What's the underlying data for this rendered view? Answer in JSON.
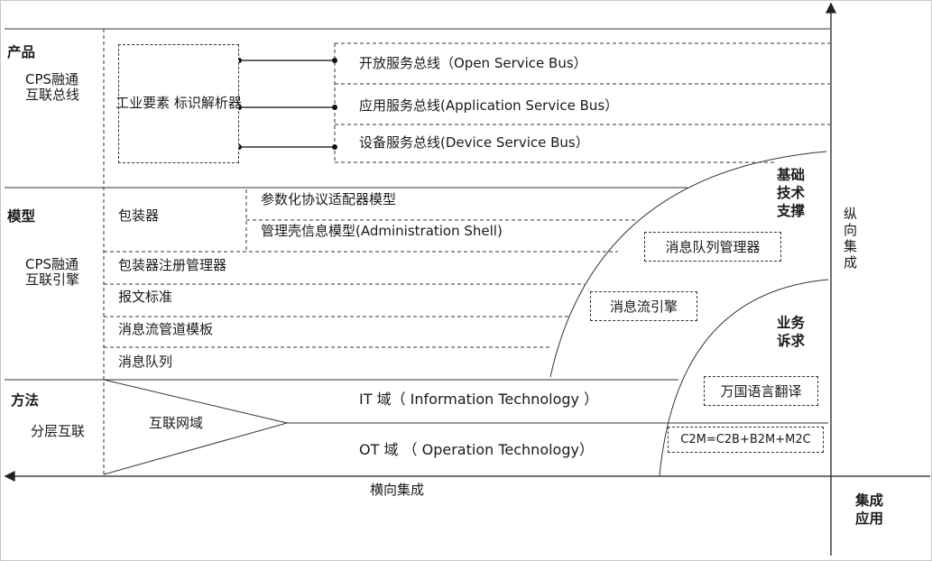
{
  "sections": {
    "product": {
      "title": "产品",
      "subtitle": "CPS融通\n互联总线"
    },
    "model": {
      "title": "模型",
      "subtitle": "CPS融通\n互联引擎"
    },
    "method": {
      "title": "方法",
      "subtitle": "分层互联"
    }
  },
  "product": {
    "resolver": "工业要素\n标识解析器",
    "buses": [
      "开放服务总线（Open Service Bus）",
      "应用服务总线(Application Service Bus）",
      "设备服务总线(Device Service Bus）"
    ]
  },
  "model": {
    "wrapper": "包装器",
    "wrapper_models": [
      "参数化协议适配器模型",
      "管理壳信息模型(Administration Shell)"
    ],
    "rows": [
      "包装器注册管理器",
      "报文标准",
      "消息流管道模板",
      "消息队列"
    ]
  },
  "method": {
    "network": "互联网域",
    "it": "IT 域（ Information Technology ）",
    "ot": "OT 域 （ Operation Technology）"
  },
  "tech_support": {
    "label": "基础\n技术\n支撑",
    "items": [
      "消息队列管理器",
      "消息流引擎"
    ]
  },
  "business": {
    "label": "业务\n诉求",
    "items": [
      "万国语言翻译",
      "C2M=C2B+B2M+M2C"
    ]
  },
  "axes": {
    "horizontal": "横向集成",
    "vertical": "纵\n向\n集\n成",
    "corner": "集成\n应用"
  }
}
